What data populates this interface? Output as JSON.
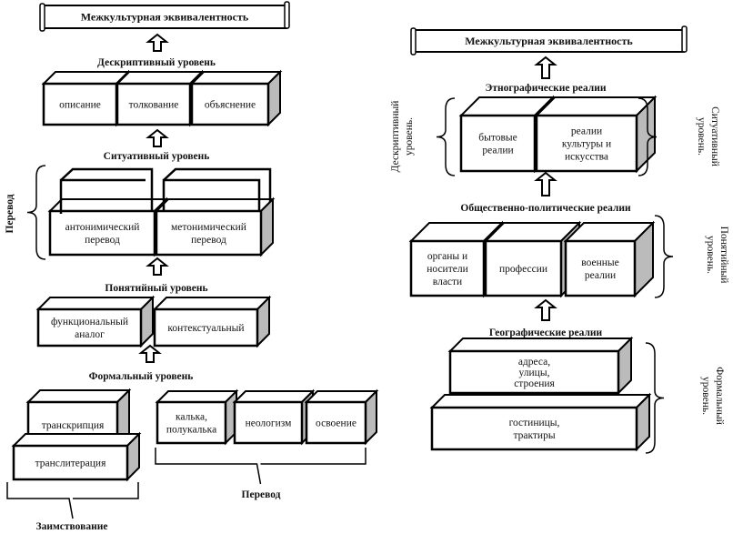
{
  "left": {
    "title": "Межкультурная эквивалентность",
    "descriptive_level": "Дескриптивный уровень",
    "descriptive_boxes": [
      [
        "описание"
      ],
      [
        "толкование"
      ],
      [
        "объяснение"
      ]
    ],
    "situational_level": "Ситуативный уровень",
    "situational_boxes": [
      [
        "антонимический",
        "перевод"
      ],
      [
        "метонимический",
        "перевод"
      ]
    ],
    "situational_brace_label": "Перевод",
    "conceptual_level": "Понятийный уровень",
    "conceptual_boxes": [
      [
        "функциональный",
        "аналог"
      ],
      [
        "контекстуальный"
      ]
    ],
    "formal_level": "Формальный уровень",
    "borrowing_boxes": [
      [
        "транскрипция"
      ],
      [
        "транслитерация"
      ]
    ],
    "translation_boxes": [
      [
        "калька,",
        "полукалька"
      ],
      [
        "неологизм"
      ],
      [
        "освоение"
      ]
    ],
    "translation_brace_label": "Перевод",
    "borrowing_brace_label": "Заимствование"
  },
  "right": {
    "title": "Межкультурная эквивалентность",
    "ethnographic_label": "Этнографические реалии",
    "ethnographic_boxes": [
      [
        "бытовые",
        "реалии"
      ],
      [
        "реалии",
        "культуры и",
        "искусства"
      ]
    ],
    "descriptive_side_label": [
      "Дескриптивный",
      "уровень."
    ],
    "situational_side_label": [
      "Ситуативный",
      "уровень."
    ],
    "sociopolitical_label": "Общественно-политические реалии",
    "sociopolitical_boxes": [
      [
        "органы и",
        "носители",
        "власти"
      ],
      [
        "профессии"
      ],
      [
        "военные",
        "реалии"
      ]
    ],
    "conceptual_side_label": [
      "Понятийный",
      "уровень."
    ],
    "geographic_label": "Географические реалии",
    "geographic_boxes": [
      [
        "адреса,",
        "улицы,",
        "строения"
      ],
      [
        "гостиницы,",
        "трактиры"
      ]
    ],
    "formal_side_label": [
      "Формальный",
      "уровень."
    ]
  }
}
